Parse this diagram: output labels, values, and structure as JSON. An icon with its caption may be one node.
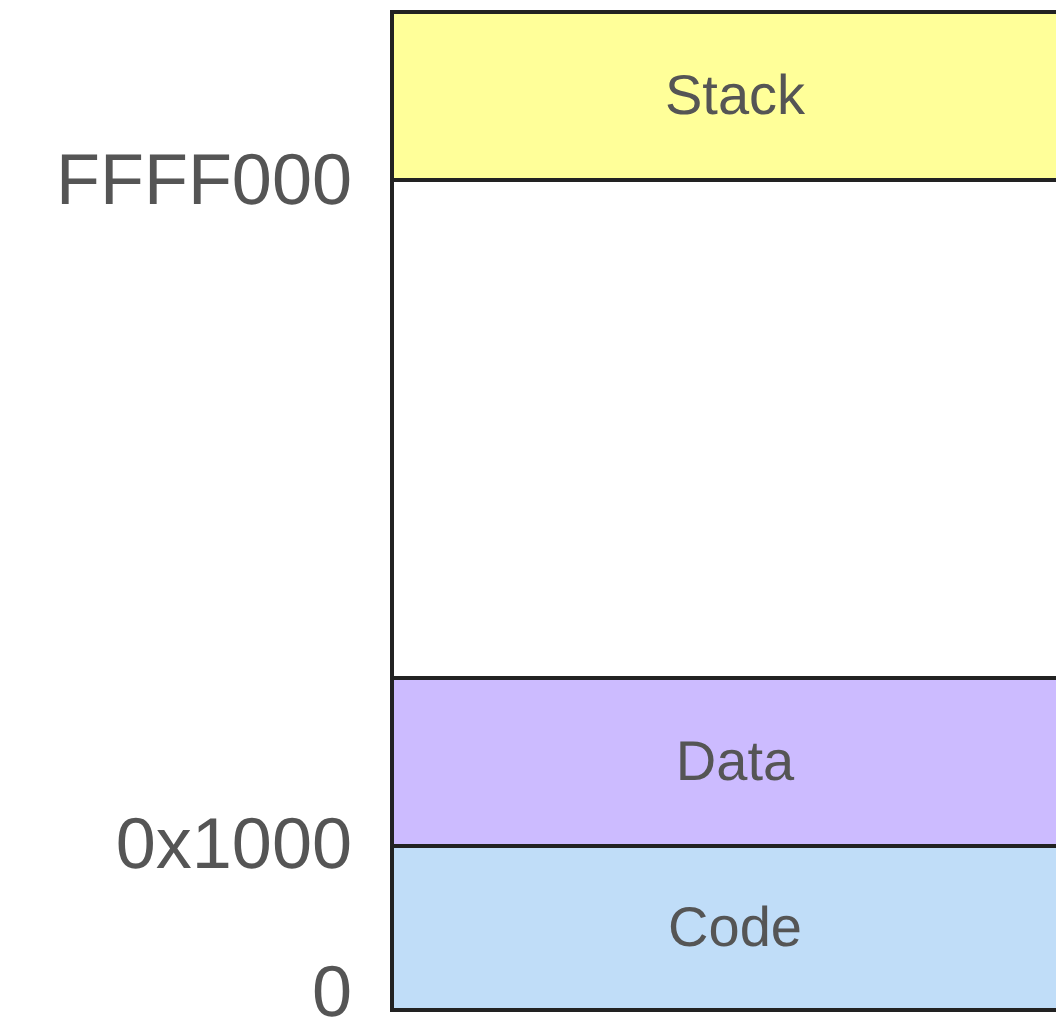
{
  "diagram": {
    "nodes": [
      {
        "text": [
          "Stack"
        ]
      },
      {
        "text": [],
        "shape": "box"
      },
      {
        "text": [
          "Data"
        ]
      },
      {
        "text": [
          "Code"
        ]
      }
    ],
    "labels": [
      "FFFF000",
      "0x1000",
      "0"
    ]
  }
}
